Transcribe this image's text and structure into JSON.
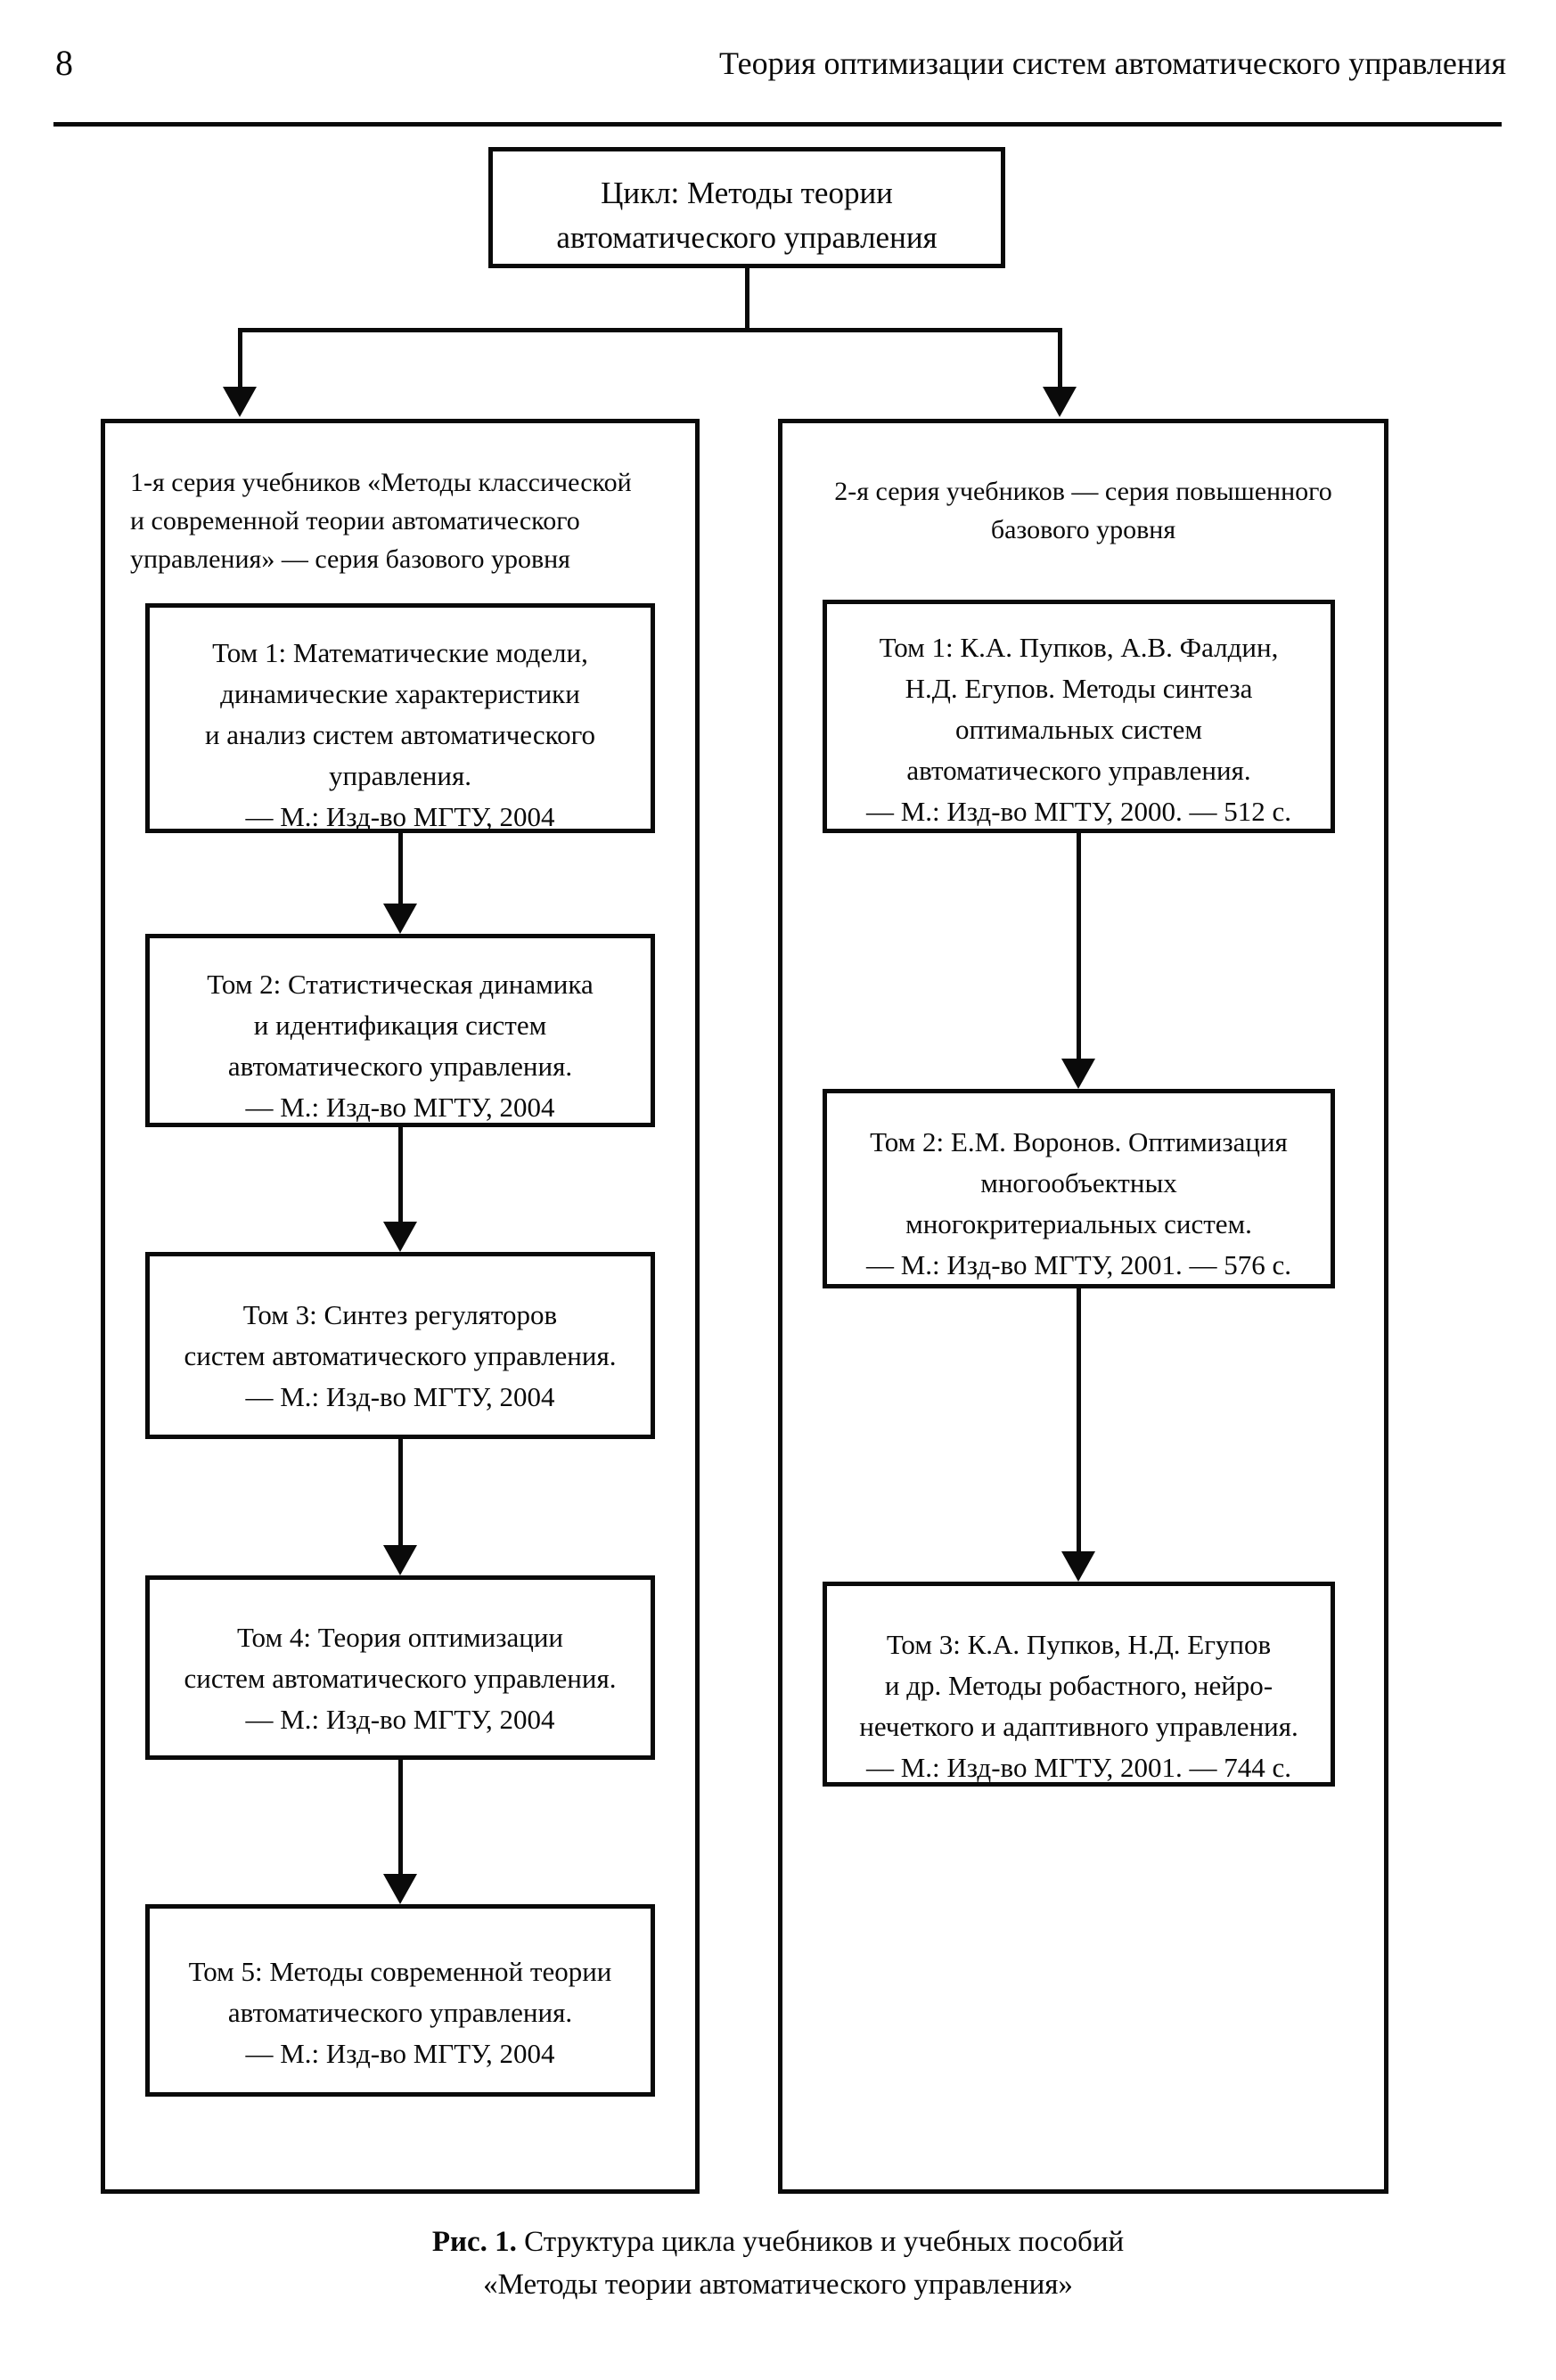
{
  "header": {
    "page_number": "8",
    "title": "Теория оптимизации систем автоматического управления"
  },
  "diagram": {
    "root": {
      "line1": "Цикл: Методы теории",
      "line2": "автоматического управления"
    },
    "series_left": {
      "head": {
        "line1": "1-я серия учебников «Методы классической",
        "line2": "и современной теории автоматического",
        "line3": "управления» — серия базового уровня"
      },
      "volumes": [
        {
          "line1": "Том 1: Математические модели,",
          "line2": "динамические характеристики",
          "line3": "и анализ систем автоматического",
          "line4": "управления.",
          "line5": "— М.: Изд-во МГТУ, 2004"
        },
        {
          "line1": "Том 2: Статистическая динамика",
          "line2": "и идентификация систем",
          "line3": "автоматического управления.",
          "line4": "— М.: Изд-во МГТУ, 2004"
        },
        {
          "line1": "Том 3: Синтез регуляторов",
          "line2": "систем автоматического управления.",
          "line3": "— М.: Изд-во МГТУ, 2004"
        },
        {
          "line1": "Том 4: Теория оптимизации",
          "line2": "систем автоматического управления.",
          "line3": "— М.: Изд-во МГТУ, 2004"
        },
        {
          "line1": "Том 5: Методы современной теории",
          "line2": "автоматического управления.",
          "line3": "— М.: Изд-во МГТУ, 2004"
        }
      ]
    },
    "series_right": {
      "head": {
        "line1": "2-я серия учебников — серия повышенного",
        "line2": "базового уровня"
      },
      "volumes": [
        {
          "line1": "Том 1: К.А. Пупков, А.В. Фалдин,",
          "line2": "Н.Д. Егупов. Методы синтеза",
          "line3": "оптимальных систем",
          "line4": "автоматического управления.",
          "line5": "— М.: Изд-во МГТУ, 2000. — 512 с."
        },
        {
          "line1": "Том 2: Е.М. Воронов. Оптимизация",
          "line2": "многообъектных",
          "line3": "многокритериальных систем.",
          "line4": "— М.: Изд-во МГТУ, 2001. — 576 с."
        },
        {
          "line1": "Том 3: К.А. Пупков, Н.Д. Егупов",
          "line2": "и др. Методы робастного, нейро-",
          "line3": "нечеткого и адаптивного управления.",
          "line4": "— М.: Изд-во МГТУ, 2001. — 744 с."
        }
      ]
    }
  },
  "caption": {
    "lead": "Рис. 1.",
    "line1": " Структура цикла учебников и учебных пособий",
    "line2": "«Методы теории автоматического управления»"
  }
}
